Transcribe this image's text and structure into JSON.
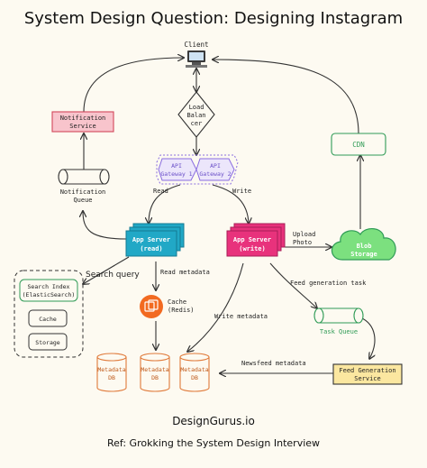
{
  "title": "System Design Question: Designing Instagram",
  "nodes": {
    "client": "Client",
    "load_balancer": [
      "Load",
      "Balan",
      "cer"
    ],
    "notification_service": [
      "Notification",
      "Service"
    ],
    "notification_queue": [
      "Notification",
      "Queue"
    ],
    "api_gateway_1": [
      "API",
      "Gateway 1"
    ],
    "api_gateway_2": [
      "API",
      "Gateway 2"
    ],
    "cdn": "CDN",
    "app_server_read": [
      "App Server",
      "(read)"
    ],
    "app_server_write": [
      "App Server",
      "(write)"
    ],
    "blob_storage": [
      "Blob",
      "Storage"
    ],
    "search_index": [
      "Search Index",
      "(ElasticSearch)"
    ],
    "search_cache": "Cache",
    "search_storage": "Storage",
    "cache_redis": [
      "Cache",
      "(Redis)"
    ],
    "task_queue": "Task Queue",
    "metadata_db": [
      "Metadata",
      "DB"
    ],
    "feed_generation_service": [
      "Feed Generation",
      "Service"
    ]
  },
  "edge_labels": {
    "read": "Read",
    "write": "Write",
    "upload_photo": [
      "Upload",
      "Photo"
    ],
    "search_query": "Search query",
    "read_metadata": "Read metadata",
    "feed_generation_task": "Feed generation task",
    "write_metadata": "Write metadata",
    "newsfeed_metadata": "Newsfeed metadata"
  },
  "footer": {
    "brand": "DesignGurus.io",
    "ref": "Ref: Grokking the System Design Interview"
  },
  "colors": {
    "background": "#fdfaf1",
    "notification_fill": "#f8c4cc",
    "notification_stroke": "#d2475a",
    "gateway_stroke": "#8a6de0",
    "gateway_text": "#6a4fc8",
    "app_read": "#21a8c6",
    "app_write": "#e8327c",
    "cdn_stroke": "#2f9b56",
    "blob_fill": "#7ce07f",
    "redis": "#f26a21",
    "db_stroke": "#e07a3a",
    "feed_fill": "#fbe7a0",
    "task_queue_stroke": "#2f9b56",
    "line": "#333333"
  }
}
